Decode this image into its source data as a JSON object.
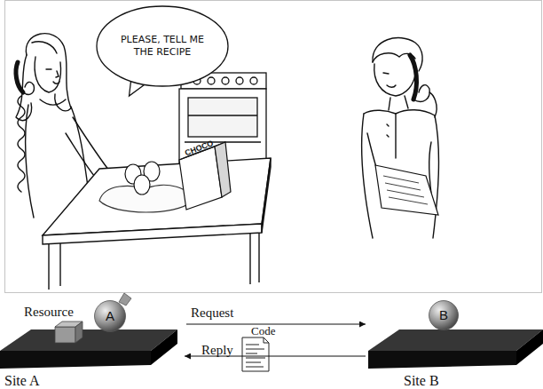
{
  "diagram": {
    "nodes": [
      {
        "text": [
          "PLEASE, TELL ME THE RECIPE"
        ]
      },
      {
        "text": [
          "Site A"
        ]
      },
      {
        "text": [
          "A"
        ]
      },
      {
        "text": [
          "Site B"
        ]
      },
      {
        "text": [
          "B"
        ]
      }
    ],
    "edges": [
      {
        "from": 1,
        "to": 3,
        "arrow": "to",
        "label": "Request"
      },
      {
        "from": 3,
        "to": 1,
        "arrow": "to",
        "label": "Reply"
      }
    ],
    "labels": [
      "CHOCO",
      "Resource",
      "Code"
    ]
  }
}
